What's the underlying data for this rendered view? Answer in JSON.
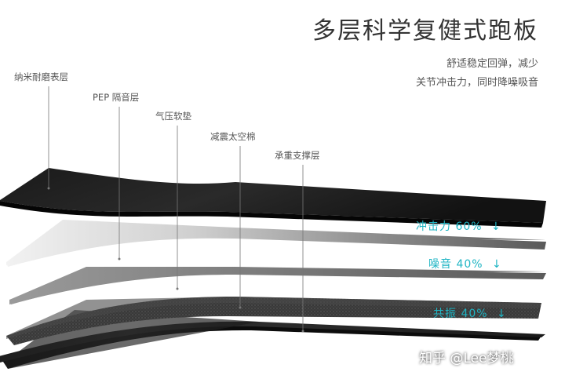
{
  "title": "多层科学复健式跑板",
  "subtitle_line1": "舒适稳定回弹，减少",
  "subtitle_line2": "关节冲击力，同时降噪吸音",
  "layer_labels": [
    "纳米耐磨表层",
    "PEP 隔音层",
    "气压软垫",
    "减震太空棉",
    "承重支撑层"
  ],
  "metrics": [
    {
      "label": "冲击力 60%",
      "arrow": "↓"
    },
    {
      "label": "噪音 40%",
      "arrow": "↓"
    },
    {
      "label": "共振 40%",
      "arrow": "↓"
    }
  ],
  "watermark": "知乎 @Lee梦桃",
  "colors": {
    "accent": "#1fb5c4",
    "text": "#333333"
  }
}
